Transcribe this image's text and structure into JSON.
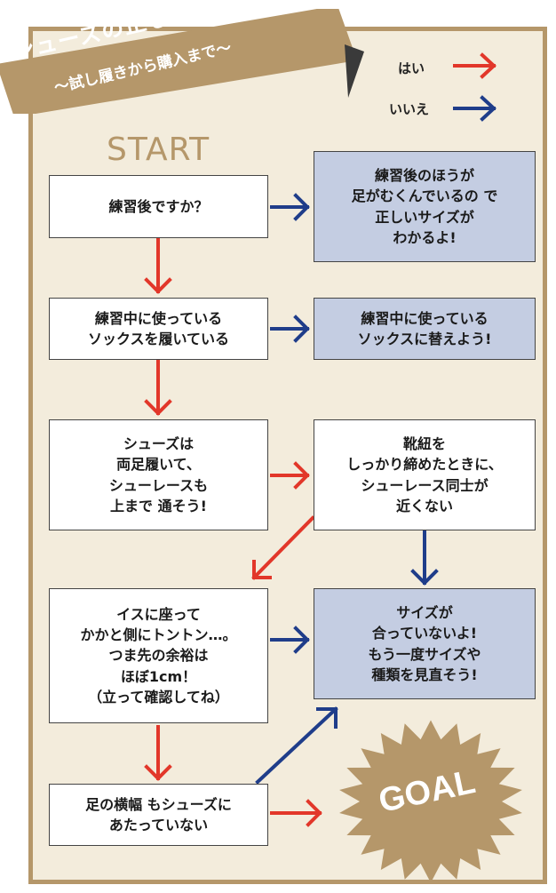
{
  "banner": {
    "title": "シューズの正しい選び方！",
    "subtitle": "〜試し履きから購入まで〜"
  },
  "legend": {
    "yes_label": "はい",
    "no_label": "いいえ",
    "yes_color": "#e2372a",
    "no_color": "#1f3d8a"
  },
  "start_label": "START",
  "goal_label": "GOAL",
  "questions": [
    "練習後ですか？",
    "練習中に使っている\nソックスを履いている",
    "シューズは\n両足履いて、\nシューレースも\n上まで 通そう!",
    "靴紐を\nしっかり締めたときに、\nシューレース同士が\n近くない",
    "イスに座って\nかかと側にトントン…。\nつま先の余裕は\nほぼ1cm！\n（立って確認してね）",
    "足の横幅 もシューズに\nあたっていない"
  ],
  "advice": [
    "練習後のほうが\n足がむくんでいるの で\n正しいサイズが\nわかるよ!",
    "練習中に使っている\nソックスに替えよう!",
    "サイズが\n合っていないよ!\nもう一度サイズや\n種類を見直そう!"
  ]
}
